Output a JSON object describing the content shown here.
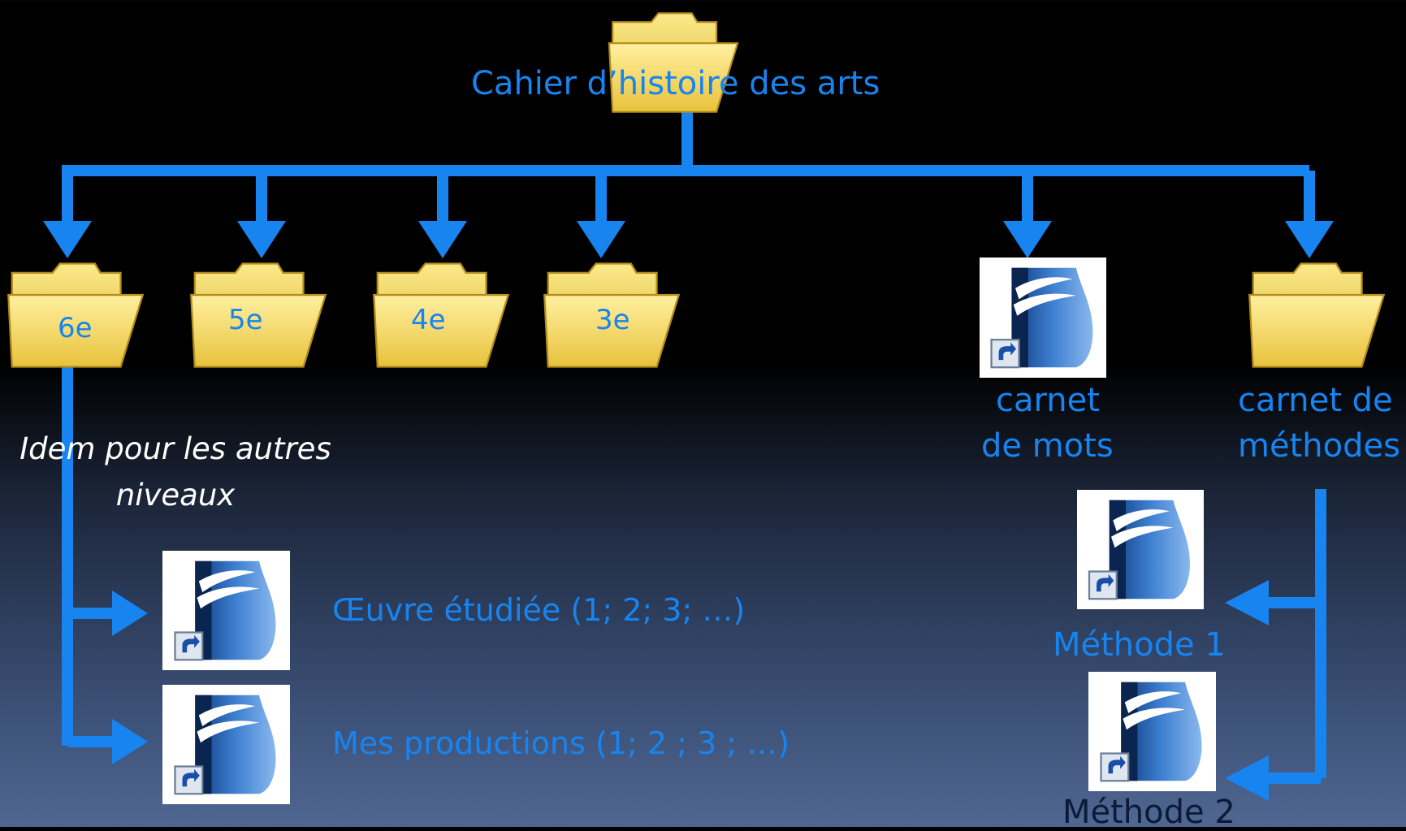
{
  "root": {
    "label": "Cahier d’histoire des arts",
    "icon": "folder-icon"
  },
  "levels": [
    {
      "label": "6e",
      "icon": "folder-icon"
    },
    {
      "label": "5e",
      "icon": "folder-icon"
    },
    {
      "label": "4e",
      "icon": "folder-icon"
    },
    {
      "label": "3e",
      "icon": "folder-icon"
    }
  ],
  "carnet_mots": {
    "line1": "carnet",
    "line2": "de mots",
    "icon": "openoffice-shortcut-icon"
  },
  "carnet_methodes": {
    "line1": "carnet de",
    "line2": "méthodes",
    "icon": "folder-icon"
  },
  "note": {
    "line1": "Idem pour les autres",
    "line2": "niveaux"
  },
  "items": [
    {
      "label": "Œuvre étudiée (1; 2; 3; …)",
      "icon": "openoffice-shortcut-icon"
    },
    {
      "label": "Mes productions (1; 2 ; 3 ; …)",
      "icon": "openoffice-shortcut-icon"
    }
  ],
  "methods": [
    {
      "label": "Méthode 1",
      "icon": "openoffice-shortcut-icon"
    },
    {
      "label": "Méthode 2",
      "icon": "openoffice-shortcut-icon"
    }
  ],
  "colors": {
    "accent": "#1784f0",
    "folder": "#f4d35a",
    "background_top": "#000000",
    "background_bottom": "#4f6792"
  }
}
